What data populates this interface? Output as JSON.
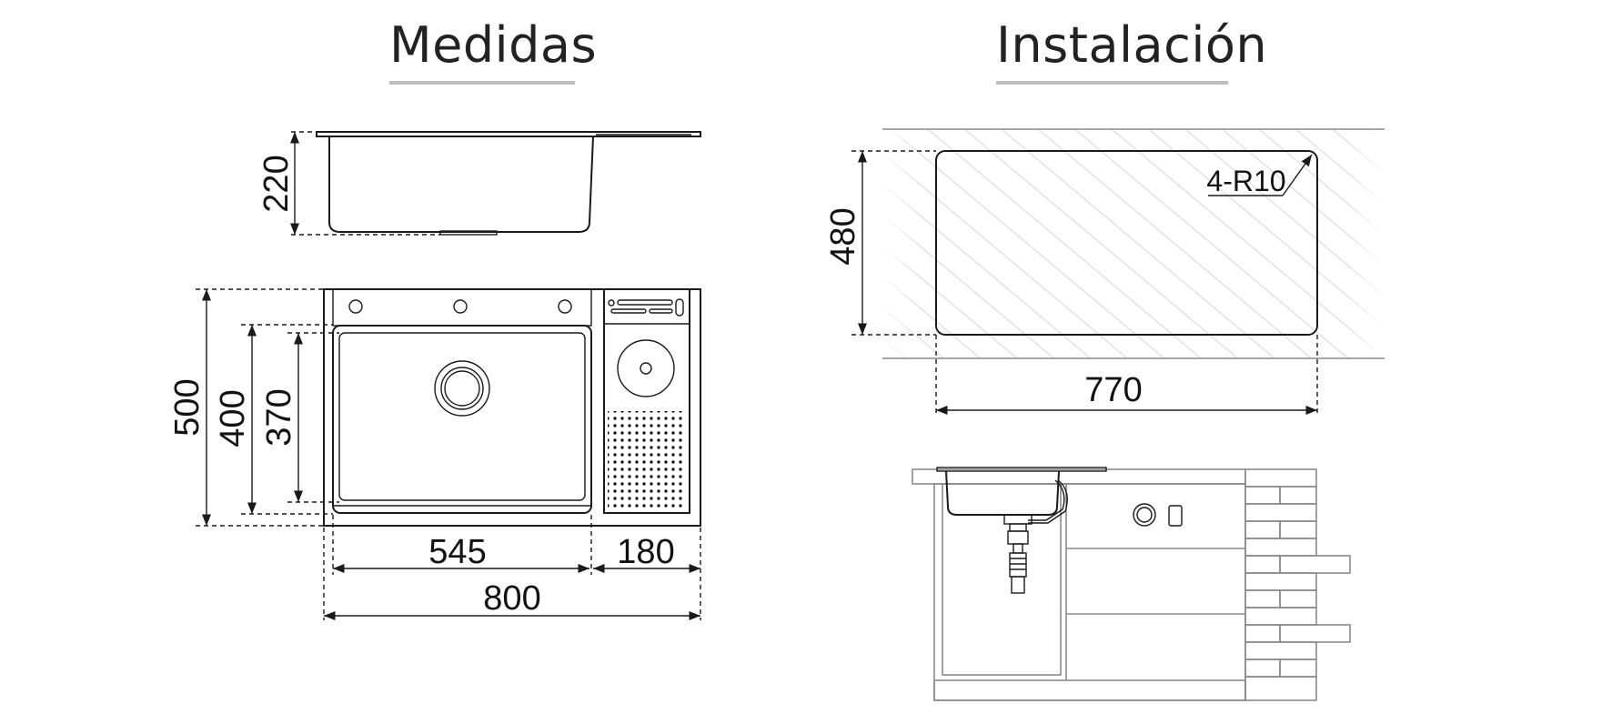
{
  "headings": {
    "medidas": "Medidas",
    "instalacion": "Instalación"
  },
  "dimensions": {
    "depth": "220",
    "total_width": "500",
    "inner_width_1": "400",
    "inner_width_2": "370",
    "bowl_length": "545",
    "drainer_length": "180",
    "total_length": "800",
    "cutout_width": "480",
    "cutout_length": "770",
    "corner_radius": "4-R10"
  },
  "colors": {
    "line": "#1a1a1a",
    "fill": "#f2f2f2",
    "hatch": "#e4e4e4",
    "underline": "#bdbdbd"
  }
}
